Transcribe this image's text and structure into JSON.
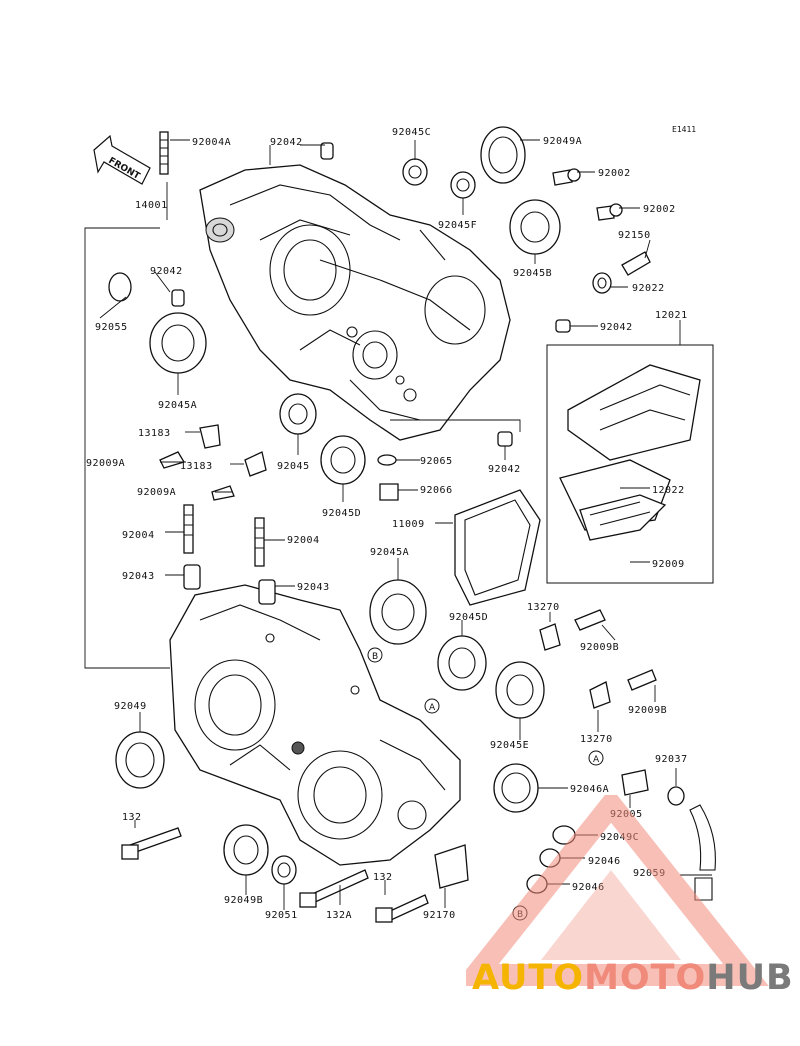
{
  "diagram_code": "E1411",
  "front_label": "FRONT",
  "callout_marks": [
    "A",
    "B"
  ],
  "part_numbers": {
    "p92004A": "92004A",
    "p92042a": "92042",
    "p14001": "14001",
    "p92045C": "92045C",
    "p92049A": "92049A",
    "p92002a": "92002",
    "p92002b": "92002",
    "p92045F": "92045F",
    "p92150": "92150",
    "p92042b": "92042",
    "p92045B": "92045B",
    "p92022": "92022",
    "p92055": "92055",
    "p92042c": "92042",
    "p12021": "12021",
    "p92045A": "92045A",
    "p13183a": "13183",
    "p92009A": "92009A",
    "p13183b": "13183",
    "p92045": "92045",
    "p92065": "92065",
    "p92042d": "92042",
    "p92009A2": "92009A",
    "p92066": "92066",
    "p12022": "12022",
    "p92045D": "92045D",
    "p11009": "11009",
    "p92004": "92004",
    "p92004b": "92004",
    "p92009": "92009",
    "p92043": "92043",
    "p92043b": "92043",
    "p92045A2": "92045A",
    "p13270a": "13270",
    "p92045D2": "92045D",
    "p92009B": "92009B",
    "p92049": "92049",
    "p92009B2": "92009B",
    "p13270b": "13270",
    "p92045E": "92045E",
    "p92037": "92037",
    "p92046A": "92046A",
    "p92005": "92005",
    "p132": "132",
    "p92049C": "92049C",
    "p92046a": "92046",
    "p92046b": "92046",
    "p92059": "92059",
    "p92049B": "92049B",
    "p92051": "92051",
    "p132A": "132A",
    "p132b": "132",
    "p92170": "92170"
  },
  "watermark": {
    "part1": "AUTO",
    "part2": "MOTO",
    "part3": "HUB",
    "colors": [
      "#f4b400",
      "#f08a7a",
      "#7a7a7a"
    ]
  }
}
